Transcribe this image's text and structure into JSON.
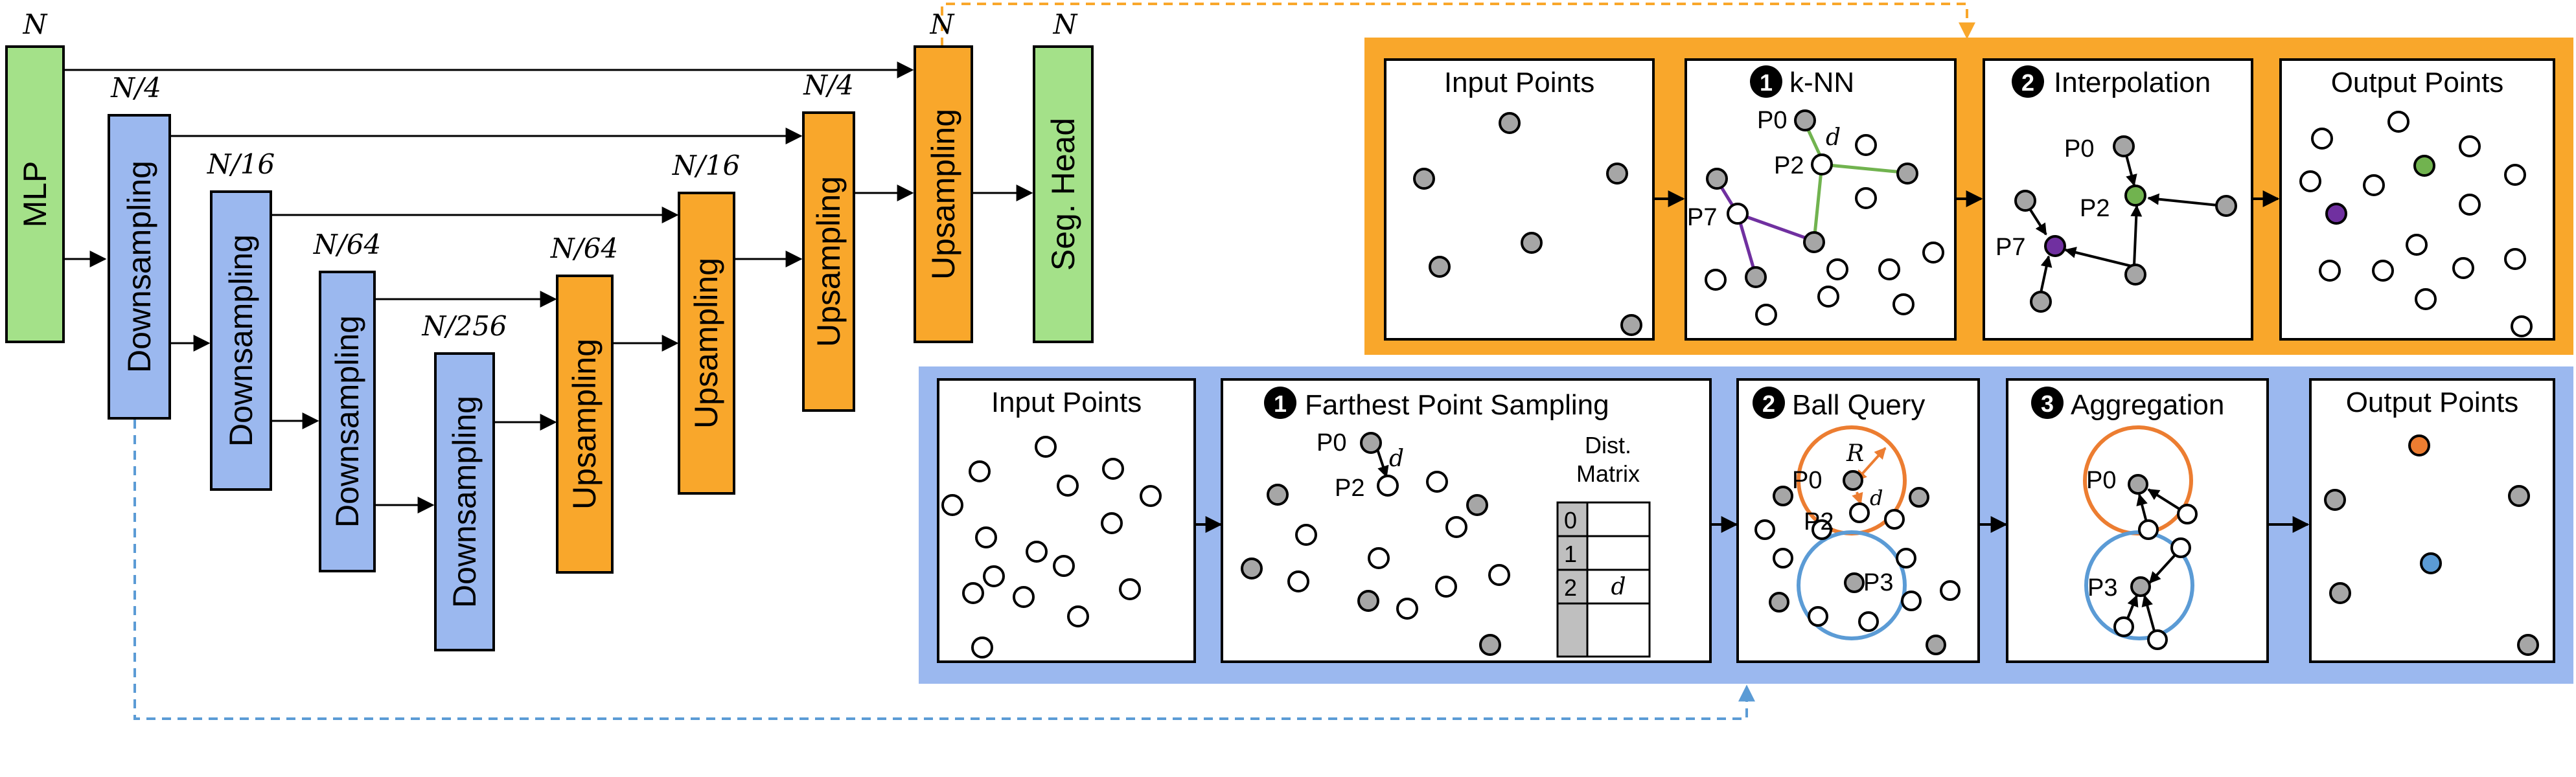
{
  "encoder_decoder": {
    "mlp": {
      "label": "MLP",
      "size": "N",
      "color": "#a4e189"
    },
    "downsampling": [
      {
        "label": "Downsampling",
        "size": "N/4"
      },
      {
        "label": "Downsampling",
        "size": "N/16"
      },
      {
        "label": "Downsampling",
        "size": "N/64"
      },
      {
        "label": "Downsampling",
        "size": "N/256"
      }
    ],
    "upsampling": [
      {
        "label": "Upsampling",
        "size": "N/64"
      },
      {
        "label": "Upsampling",
        "size": "N/16"
      },
      {
        "label": "Upsampling",
        "size": "N/4"
      },
      {
        "label": "Upsampling",
        "size": "N"
      }
    ],
    "seg_head": {
      "label": "Seg. Head",
      "size": "N",
      "color": "#a4e189"
    },
    "colors": {
      "down": "#9bb8ef",
      "up": "#f9a72b",
      "stroke": "#000000"
    }
  },
  "upsampling_panel": {
    "background": "#f9a72b",
    "steps": [
      {
        "number": "",
        "title": "Input Points"
      },
      {
        "number": "1",
        "title": "k-NN"
      },
      {
        "number": "2",
        "title": "Interpolation"
      },
      {
        "number": "",
        "title": "Output Points"
      }
    ],
    "point_labels": {
      "p0": "P0",
      "p2": "P2",
      "p7": "P7",
      "d": "d"
    },
    "colors": {
      "green": "#71b34f",
      "purple": "#7030a0",
      "gray": "#a6a6a6"
    }
  },
  "downsampling_panel": {
    "background": "#9bb8ef",
    "steps": [
      {
        "number": "",
        "title": "Input Points"
      },
      {
        "number": "1",
        "title": "Farthest Point Sampling"
      },
      {
        "number": "2",
        "title": "Ball Query"
      },
      {
        "number": "3",
        "title": "Aggregation"
      },
      {
        "number": "",
        "title": "Output Points"
      }
    ],
    "point_labels": {
      "p0": "P0",
      "p2": "P2",
      "p3": "P3",
      "d": "d",
      "r": "R"
    },
    "dist_matrix": {
      "title_line1": "Dist.",
      "title_line2": "Matrix",
      "rows": [
        "0",
        "1",
        "2",
        ""
      ],
      "cell_value": "d"
    },
    "colors": {
      "orange_ring": "#ec7d31",
      "blue_ring": "#5b9bd5",
      "gray": "#a6a6a6"
    }
  }
}
